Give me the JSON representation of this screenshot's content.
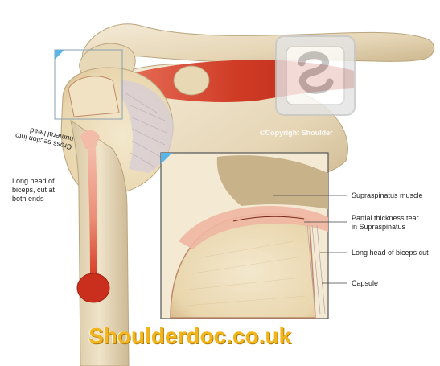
{
  "labels": {
    "long_head_biceps_left": [
      "Long head of",
      "biceps, cut at",
      "both ends"
    ],
    "cross_section_text": [
      "Cross section into",
      "humeral head"
    ],
    "supraspinatus_muscle": "Supraspinatus muscle",
    "partial_tear": [
      "Partial thickness tear",
      "in Supraspinatus"
    ],
    "long_head_biceps_cut": "Long head of biceps cut",
    "capsule": "Capsule"
  },
  "copyright": "©Copyright Shoulder",
  "brand_watermark": "Shoulderdoc.co.uk",
  "colors": {
    "bone": "#e9dcc0",
    "bone_shadow": "#c9b690",
    "muscle_red": "#d4442a",
    "tendon_pink": "#f0b8a4",
    "watermark_yellow": "#f2b51c",
    "logo_grey": "#d8d8d8"
  }
}
